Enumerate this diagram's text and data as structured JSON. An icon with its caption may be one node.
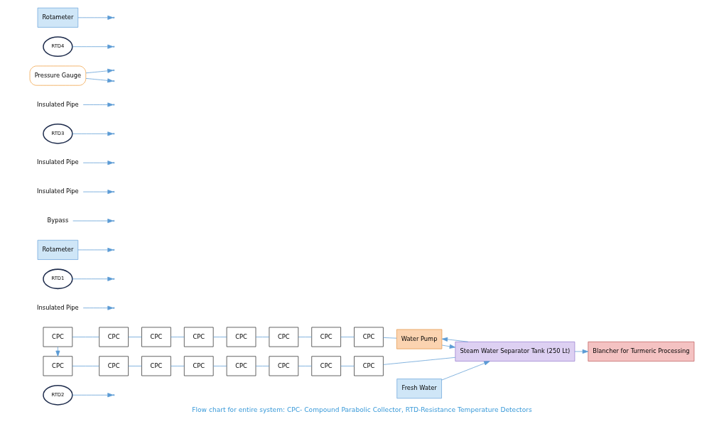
{
  "diagram": {
    "caption": "Flow chart for entire system: CPC- Compound Parabolic Collector, RTD-Resistance Temperature Detectors",
    "nodes": [
      {
        "text": [
          "RTD2"
        ]
      },
      {
        "text": [
          "CPC"
        ]
      },
      {
        "text": [
          "CPC"
        ]
      },
      {
        "text": [
          "CPC"
        ]
      },
      {
        "text": [
          "CPC"
        ]
      },
      {
        "text": [
          "CPC"
        ]
      },
      {
        "text": [
          "CPC"
        ]
      },
      {
        "text": [
          "CPC"
        ]
      },
      {
        "text": [
          "CPC"
        ]
      },
      {
        "text": [
          "CPC"
        ]
      },
      {
        "text": [
          "CPC"
        ]
      },
      {
        "text": [
          "CPC"
        ]
      },
      {
        "text": [
          "CPC"
        ]
      },
      {
        "text": [
          "CPC"
        ]
      },
      {
        "text": [
          "CPC"
        ]
      },
      {
        "text": [
          "CPC"
        ]
      },
      {
        "text": [
          "CPC"
        ]
      },
      {
        "text": [
          "Insulated Pipe"
        ]
      },
      {
        "text": [
          "RTD1"
        ]
      },
      {
        "text": [
          "Rotameter"
        ]
      },
      {
        "text": [
          "Fresh Water"
        ]
      },
      {
        "text": [
          "Bypass"
        ]
      },
      {
        "text": [
          "Water Pump"
        ]
      },
      {
        "text": [
          "Steam Water Separator Tank (250 Lt)"
        ]
      },
      {
        "text": [
          "Insulated Pipe"
        ]
      },
      {
        "text": [
          "Insulated Pipe"
        ]
      },
      {
        "text": [
          "RTD3"
        ]
      },
      {
        "text": [
          "Insulated Pipe"
        ]
      },
      {
        "text": [
          "Pressure Gauge"
        ]
      },
      {
        "text": [
          "RTD4"
        ]
      },
      {
        "text": [
          "Rotameter"
        ]
      },
      {
        "text": [
          "Blancher for Turmeric Processing"
        ]
      }
    ],
    "edges": [
      {
        "from": 1,
        "to": 2,
        "arrow": "none"
      },
      {
        "from": 2,
        "to": 3,
        "arrow": "none"
      },
      {
        "from": 3,
        "to": 4,
        "arrow": "none"
      },
      {
        "from": 4,
        "to": 5,
        "arrow": "none"
      },
      {
        "from": 5,
        "to": 6,
        "arrow": "none"
      },
      {
        "from": 6,
        "to": 7,
        "arrow": "none"
      },
      {
        "from": 7,
        "to": 8,
        "arrow": "none"
      },
      {
        "from": 8,
        "to": 22,
        "arrow": "none"
      },
      {
        "from": 1,
        "to": 9,
        "arrow": "to"
      },
      {
        "from": 9,
        "to": 10,
        "arrow": "none"
      },
      {
        "from": 10,
        "to": 11,
        "arrow": "none"
      },
      {
        "from": 11,
        "to": 12,
        "arrow": "none"
      },
      {
        "from": 12,
        "to": 13,
        "arrow": "none"
      },
      {
        "from": 13,
        "to": 14,
        "arrow": "none"
      },
      {
        "from": 14,
        "to": 15,
        "arrow": "none"
      },
      {
        "from": 15,
        "to": 16,
        "arrow": "none"
      },
      {
        "from": 16,
        "to": 23,
        "arrow": "none"
      },
      {
        "from": 23,
        "to": 22,
        "arrow": "to"
      },
      {
        "from": 22,
        "to": 23,
        "arrow": "to"
      },
      {
        "from": 20,
        "to": 23,
        "arrow": "to"
      },
      {
        "from": 21,
        "to": null,
        "arrow": "to"
      },
      {
        "from": 0,
        "to": null,
        "arrow": "to"
      },
      {
        "from": 24,
        "to": null,
        "arrow": "to"
      },
      {
        "from": 17,
        "to": null,
        "arrow": "to"
      },
      {
        "from": 18,
        "to": null,
        "arrow": "to"
      },
      {
        "from": 19,
        "to": null,
        "arrow": "to"
      },
      {
        "from": 25,
        "to": null,
        "arrow": "to"
      },
      {
        "from": 26,
        "to": null,
        "arrow": "to"
      },
      {
        "from": 28,
        "to": null,
        "arrow": "to"
      },
      {
        "from": 23,
        "to": 31,
        "arrow": "to"
      },
      {
        "from": 27,
        "to": null,
        "arrow": "to"
      },
      {
        "from": 28,
        "to": null,
        "arrow": "to"
      },
      {
        "from": 30,
        "to": null,
        "arrow": "to"
      },
      {
        "from": 29,
        "to": null,
        "arrow": "to"
      }
    ]
  }
}
